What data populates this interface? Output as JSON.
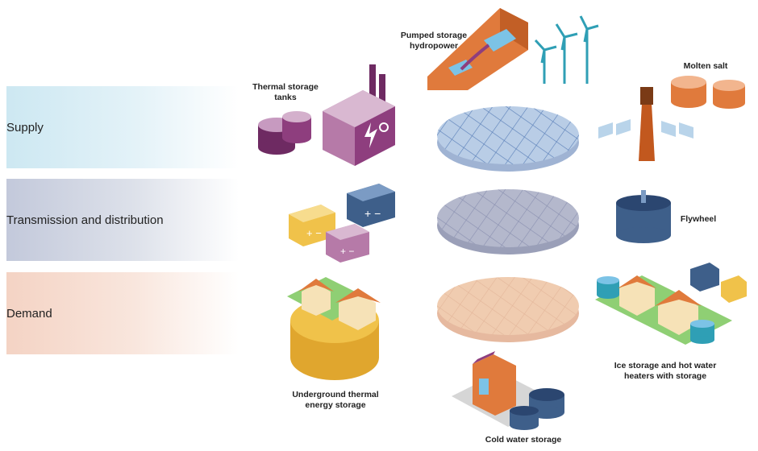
{
  "rows": {
    "supply": "Supply",
    "transmission": "Transmission and distribution",
    "demand": "Demand"
  },
  "labels": {
    "pumped_storage": [
      "Pumped storage",
      "hydropower"
    ],
    "thermal_tanks": [
      "Thermal storage",
      "tanks"
    ],
    "molten_salt": "Molten salt",
    "flywheel": "Flywheel",
    "underground": [
      "Underground thermal",
      "energy storage"
    ],
    "cold_water": "Cold water storage",
    "ice_storage": [
      "Ice storage and hot water",
      "heaters with storage"
    ]
  },
  "colors": {
    "supply_band": "#cfe9f2",
    "transmission_band": "#c6ccdc",
    "demand_band": "#f5d6c8",
    "supply_grid": "#b9cde6",
    "transmission_grid": "#b4b8cc",
    "demand_grid": "#f0ccb0",
    "purple": "#8e3e7e",
    "orange": "#e07a3c",
    "yellow": "#f0c24a",
    "teal": "#2f9fb5",
    "navy": "#3e5f8a"
  }
}
